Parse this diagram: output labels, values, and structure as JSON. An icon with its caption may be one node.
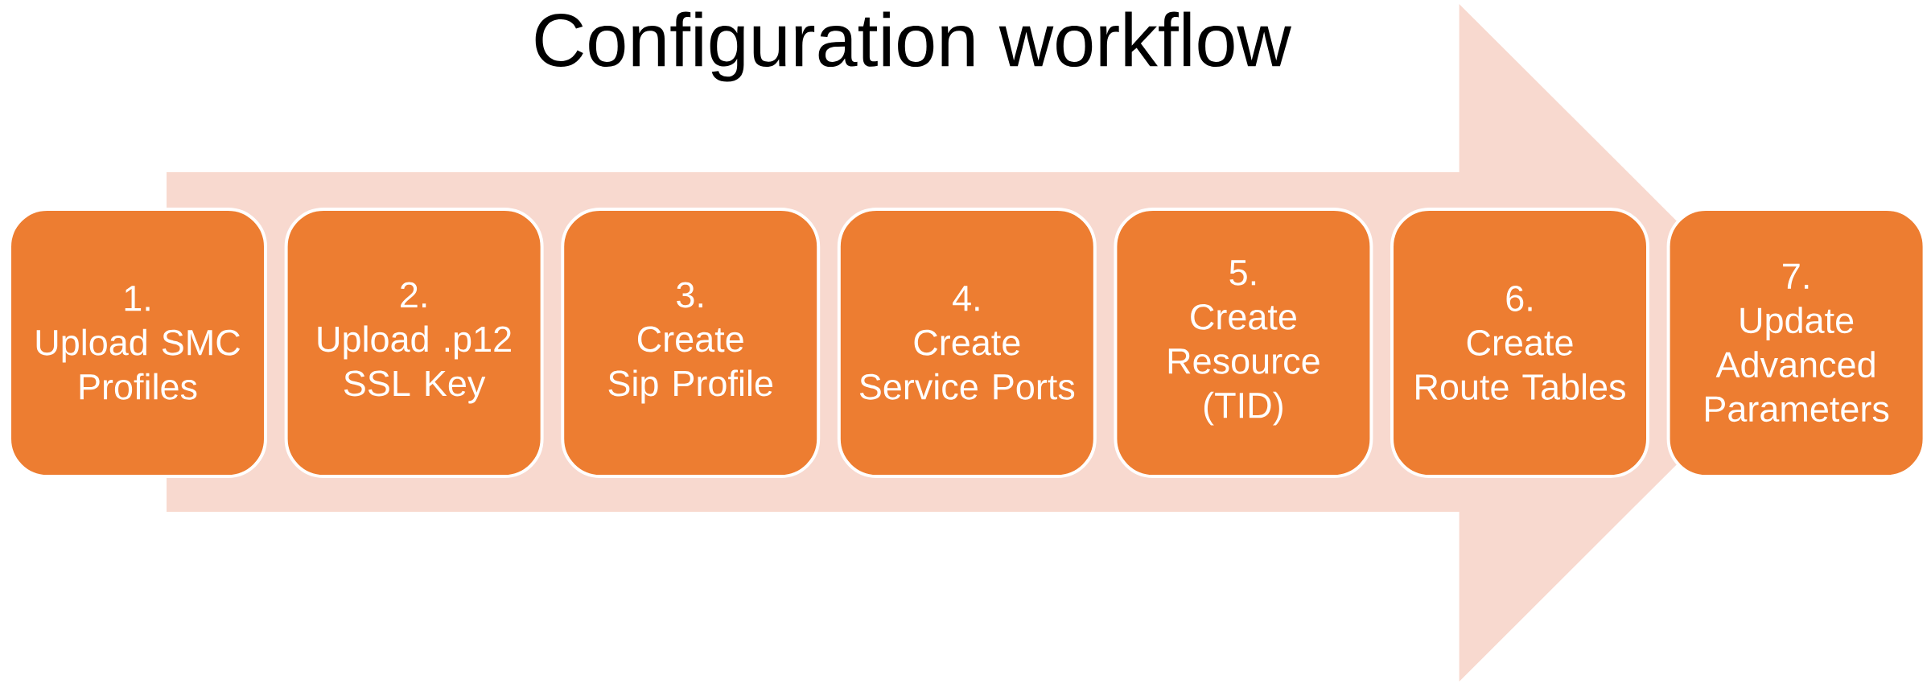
{
  "diagram": {
    "title": "Configuration workflow",
    "nodes": [
      {
        "text": [
          "1.",
          "Upload SMC Profiles"
        ]
      },
      {
        "text": [
          "2.",
          "Upload .p12 SSL Key"
        ]
      },
      {
        "text": [
          "3.",
          "Create Sip Profile"
        ]
      },
      {
        "text": [
          "4.",
          "Create Service Ports"
        ]
      },
      {
        "text": [
          "5.",
          "Create Resource (TID)"
        ]
      },
      {
        "text": [
          "6.",
          "Create Route Tables"
        ]
      },
      {
        "text": [
          "7.",
          "Update Advanced Parameters"
        ]
      }
    ],
    "edges": [
      {
        "from": 0,
        "to": 6,
        "arrow": "to"
      }
    ]
  }
}
